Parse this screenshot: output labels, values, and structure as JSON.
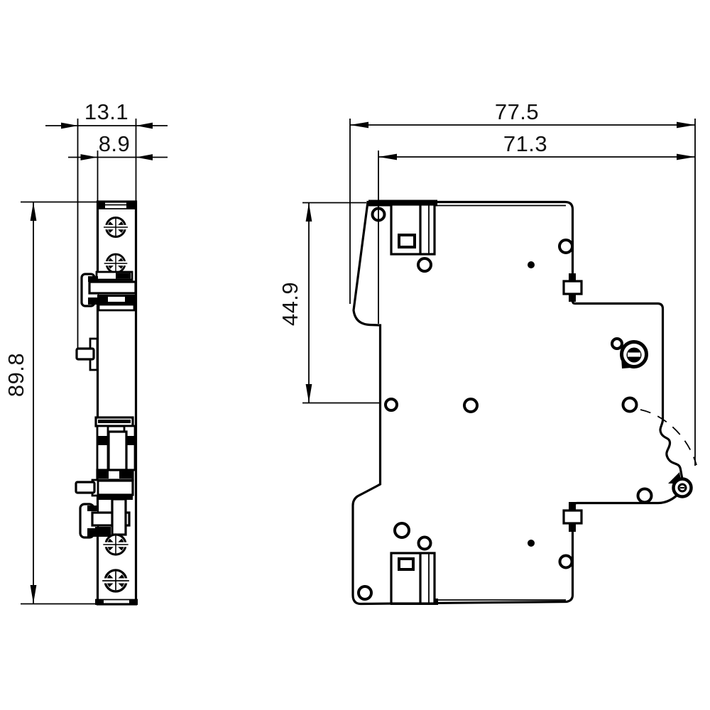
{
  "drawing": {
    "kind": "technical-dimension-drawing",
    "views": {
      "front_view": "front-view-narrow-module",
      "side_view": "side-view-din-rail-module"
    },
    "dimensions": {
      "front_total_width": "13.1",
      "front_body_width": "8.9",
      "body_height": "89.8",
      "side_total_depth": "77.5",
      "side_body_depth": "71.3",
      "front_section_height": "44.9"
    },
    "colors": {
      "line": "#000000",
      "background": "#ffffff",
      "text": "#111111"
    }
  }
}
